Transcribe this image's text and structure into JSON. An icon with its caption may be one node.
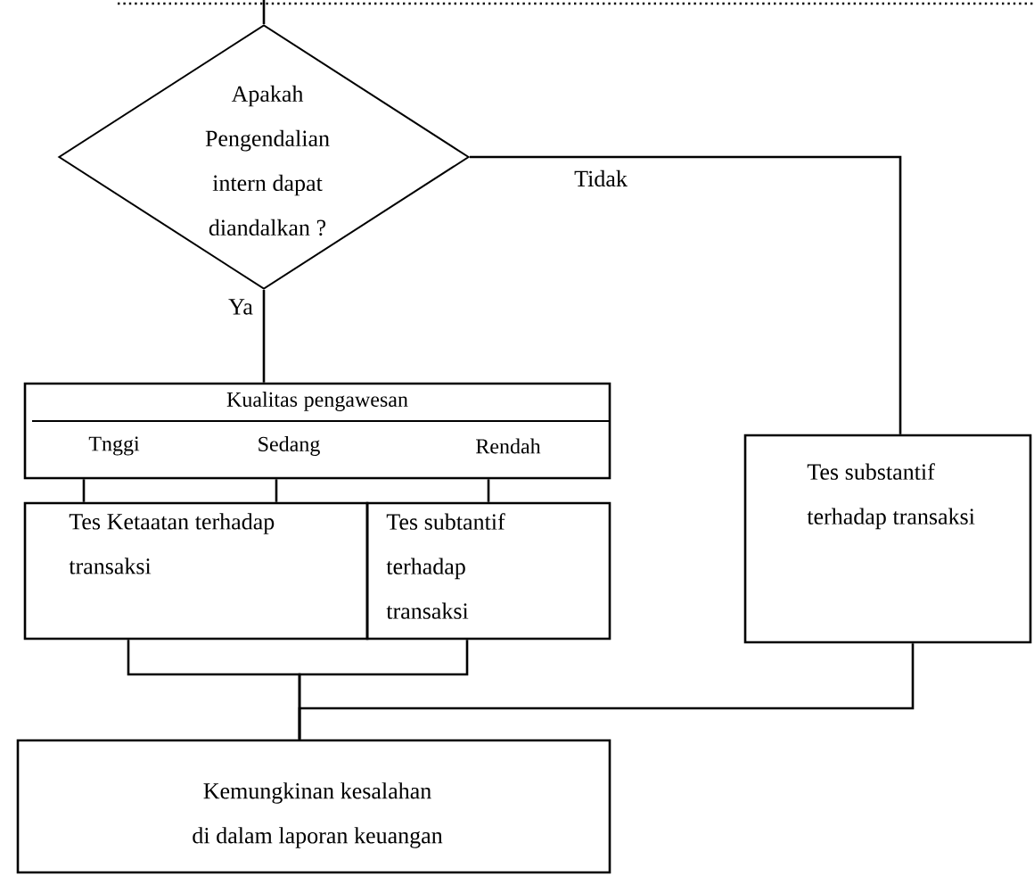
{
  "diagram": {
    "nodes": [
      {
        "text": [
          "Apakah Pengendalian intern dapat diandalkan ?"
        ]
      },
      {
        "text": [
          "Kualitas pengawesan",
          "Tnggi",
          "Sedang",
          "Rendah"
        ]
      },
      {
        "text": [
          "Tes Ketaatan terhadap transaksi"
        ]
      },
      {
        "text": [
          "Tes subtantif terhadap transaksi"
        ]
      },
      {
        "text": [
          "Tes substantif terhadap transaksi"
        ]
      },
      {
        "text": [
          "Kemungkinan kesalahan di dalam laporan keuangan"
        ]
      }
    ],
    "edges": [
      {
        "from": null,
        "to": 0,
        "arrow": "none"
      },
      {
        "from": 0,
        "to": 1,
        "arrow": "none",
        "label": "Ya"
      },
      {
        "from": 0,
        "to": 4,
        "arrow": "none",
        "label": "Tidak"
      },
      {
        "from": 1,
        "to": 2,
        "arrow": "none"
      },
      {
        "from": 1,
        "to": 2,
        "arrow": "none"
      },
      {
        "from": 1,
        "to": 3,
        "arrow": "none"
      },
      {
        "from": 2,
        "to": 5,
        "arrow": "none"
      },
      {
        "from": 3,
        "to": 5,
        "arrow": "none"
      },
      {
        "from": 4,
        "to": 5,
        "arrow": "none"
      }
    ]
  }
}
